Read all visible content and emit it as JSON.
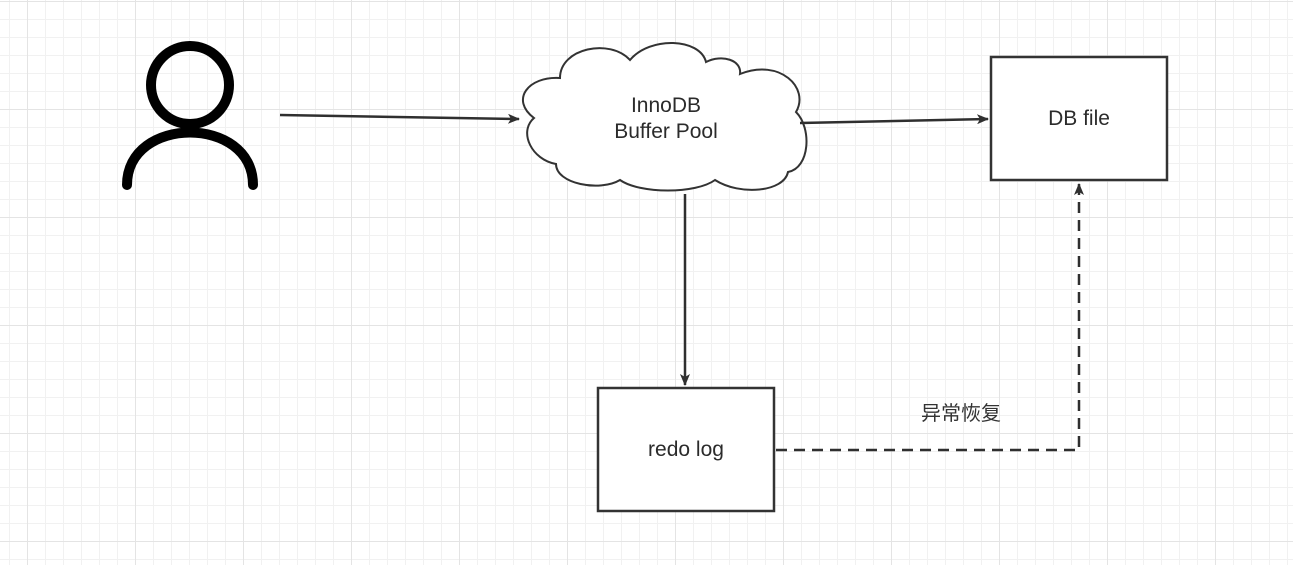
{
  "diagram": {
    "nodes": {
      "user": {
        "icon": "user-icon"
      },
      "buffer_pool": {
        "line1": "InnoDB",
        "line2": "Buffer Pool",
        "shape": "cloud"
      },
      "db_file": {
        "label": "DB file",
        "shape": "rectangle"
      },
      "redo_log": {
        "label": "redo log",
        "shape": "rectangle"
      }
    },
    "edges": [
      {
        "from": "user",
        "to": "buffer_pool",
        "style": "solid"
      },
      {
        "from": "buffer_pool",
        "to": "db_file",
        "style": "solid"
      },
      {
        "from": "buffer_pool",
        "to": "redo_log",
        "style": "solid"
      },
      {
        "from": "redo_log",
        "to": "db_file",
        "style": "dashed",
        "label": "异常恢复"
      }
    ],
    "colors": {
      "stroke": "#1a1a1a",
      "text": "#2b2b2b",
      "grid": "#e4e4e4"
    }
  }
}
